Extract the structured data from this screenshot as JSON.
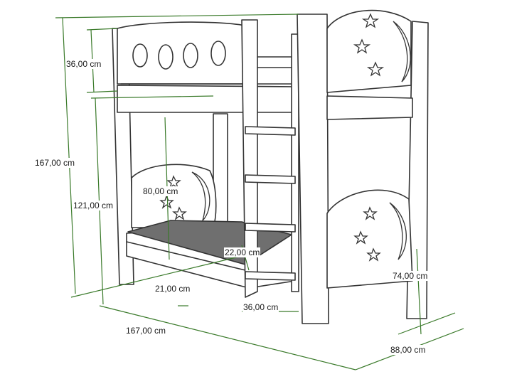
{
  "colors": {
    "outline": "#333333",
    "dimension": "#3a7a2a",
    "mattress": "#6f6f6f",
    "background": "#ffffff"
  },
  "icons": [
    "star-icon",
    "crescent-moon-icon"
  ],
  "dimensions": {
    "total_height": "167,00 cm",
    "guard_height": "36,00 cm",
    "lower_clearance": "121,00 cm",
    "headboard_height": "80,00 cm",
    "mattress_gap": "22,00 cm",
    "leg_height": "21,00 cm",
    "ladder_width": "36,00 cm",
    "total_length": "167,00 cm",
    "end_height": "74,00 cm",
    "total_width": "88,00 cm"
  }
}
